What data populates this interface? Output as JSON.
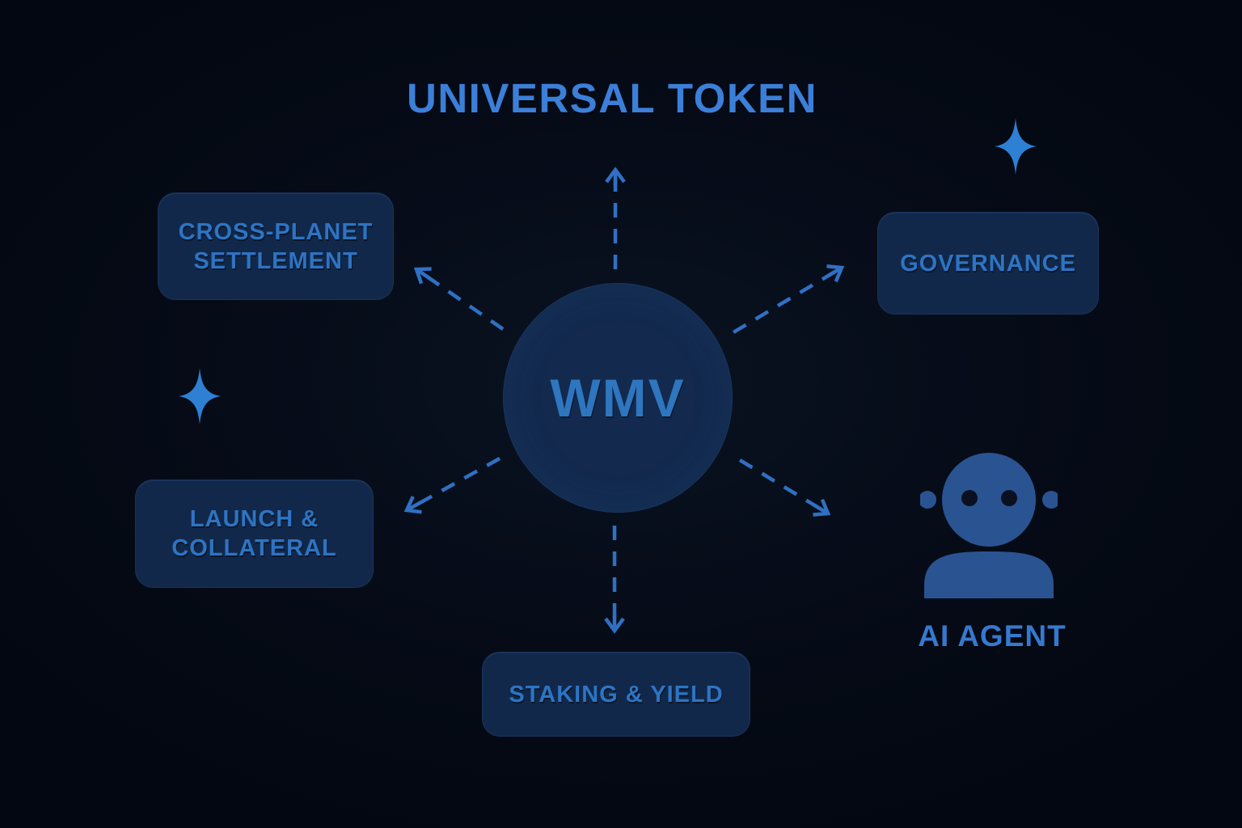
{
  "diagram": {
    "title": "UNIVERSAL TOKEN",
    "hub": {
      "token_symbol": "WMV"
    },
    "nodes": {
      "cross_planet_settlement": {
        "line1": "CROSS-PLANET",
        "line2": "SETTLEMENT"
      },
      "governance": {
        "line1": "GOVERNANCE"
      },
      "launch_collateral": {
        "line1": "LAUNCH &",
        "line2": "COLLATERAL"
      },
      "staking_yield": {
        "line1": "STAKING & YIELD"
      },
      "ai_agent": {
        "label": "AI AGENT"
      }
    },
    "icons": {
      "sparkle_top_right": "sparkle-icon",
      "sparkle_mid_left": "sparkle-icon",
      "robot": "robot-icon"
    },
    "connections": [
      "hub -> universal-token",
      "hub -> cross-planet-settlement",
      "hub -> governance",
      "hub -> launch-collateral",
      "hub -> staking-yield",
      "hub -> ai-agent"
    ],
    "colors": {
      "background": "#060C18",
      "hub_fill": "#132A4E",
      "node_fill": "#12284A",
      "title_text": "#3B7FD9",
      "node_text": "#2D74C4",
      "hub_text": "#2E76BF",
      "arrow": "#3070C4",
      "sparkle": "#2E80D4",
      "robot_fill": "#2A5391",
      "robot_eye": "#0A1020"
    }
  }
}
